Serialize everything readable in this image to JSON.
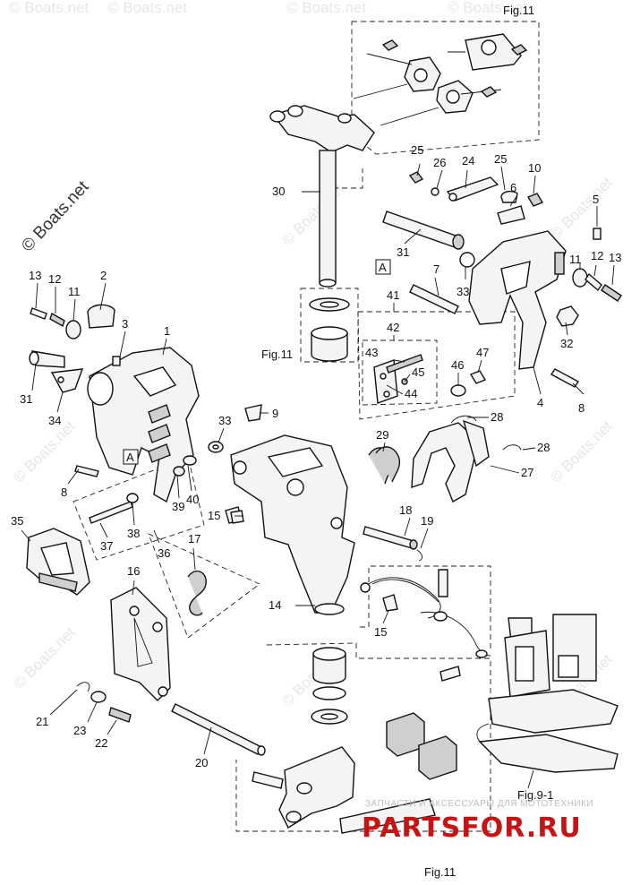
{
  "watermark": {
    "main_text": "© Boats.net",
    "faint_text": "© Boats.net"
  },
  "brand": {
    "tagline": "ЗАПЧАСТИ И АКСЕССУАРЫ ДЛЯ МОТОТЕХНИКИ",
    "name": "PARTSFOR.RU"
  },
  "figure_refs": {
    "top_right": "Fig.11",
    "middle": "Fig.11",
    "bottom": "Fig.11",
    "lower_unit": "Fig.9-1"
  },
  "section_markers": {
    "a_upper": "A",
    "a_left": "A"
  },
  "callouts": {
    "c1": "1",
    "c2": "2",
    "c3": "3",
    "c4": "4",
    "c5": "5",
    "c6": "6",
    "c7": "7",
    "c8a": "8",
    "c8b": "8",
    "c9": "9",
    "c10": "10",
    "c11a": "11",
    "c11b": "11",
    "c12a": "12",
    "c12b": "12",
    "c13a": "13",
    "c13b": "13",
    "c14": "14",
    "c15a": "15",
    "c15b": "15",
    "c16": "16",
    "c17": "17",
    "c18": "18",
    "c19": "19",
    "c20": "20",
    "c21": "21",
    "c22": "22",
    "c23": "23",
    "c24": "24",
    "c25a": "25",
    "c25b": "25",
    "c26": "26",
    "c27": "27",
    "c28a": "28",
    "c28b": "28",
    "c29": "29",
    "c30": "30",
    "c31a": "31",
    "c31b": "31",
    "c32": "32",
    "c33a": "33",
    "c33b": "33",
    "c34": "34",
    "c35": "35",
    "c36": "36",
    "c37": "37",
    "c38": "38",
    "c39": "39",
    "c40": "40",
    "c41": "41",
    "c42": "42",
    "c43": "43",
    "c44": "44",
    "c45": "45",
    "c46": "46",
    "c47": "47"
  }
}
